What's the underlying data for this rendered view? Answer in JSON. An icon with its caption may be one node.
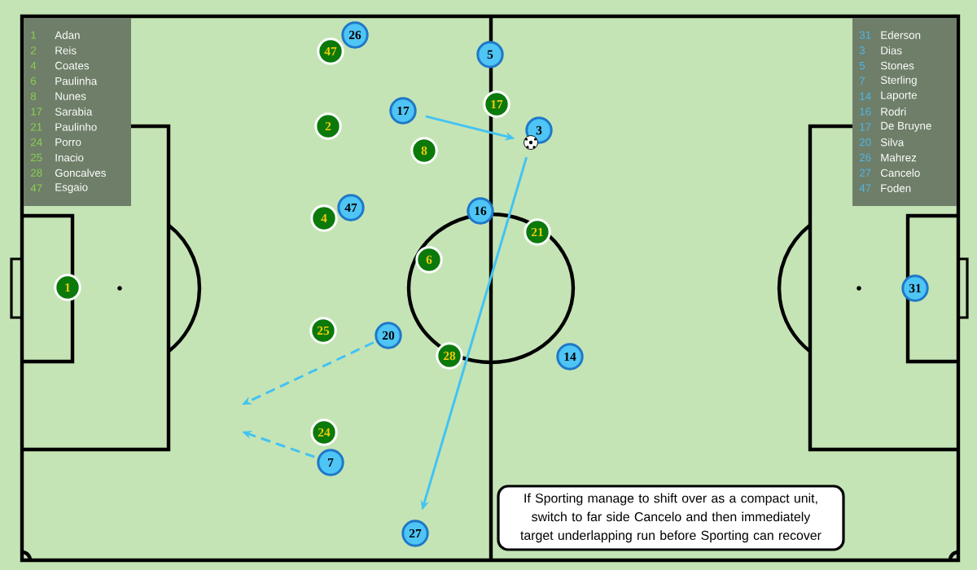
{
  "diagram": {
    "nodes": [
      {
        "text": [
          "1",
          "Adan",
          "2",
          "Reis",
          "4",
          "Coates",
          "6",
          "Paulinha",
          "8",
          "Nunes",
          "17",
          "Sarabia",
          "21",
          "Paulinho",
          "24",
          "Porro",
          "25",
          "Inacio",
          "28",
          "Goncalves",
          "47",
          "Esgaio"
        ]
      },
      {
        "text": [
          "31",
          "Ederson",
          "3",
          "Dias",
          "5",
          "Stones",
          "7",
          "Sterling",
          "14",
          "Laporte",
          "16",
          "Rodri",
          "17",
          "De Bruyne",
          "20",
          "Silva",
          "26",
          "Mahrez",
          "27",
          "Cancelo",
          "47",
          "Foden"
        ]
      },
      {
        "text": [
          "26"
        ]
      },
      {
        "text": [
          "47"
        ]
      },
      {
        "text": [
          "5"
        ]
      },
      {
        "text": [
          "17"
        ]
      },
      {
        "text": [
          "17"
        ]
      },
      {
        "text": [
          "2"
        ]
      },
      {
        "text": [
          "3"
        ]
      },
      {
        "text": [],
        "shape": "ball"
      },
      {
        "text": [
          "8"
        ]
      },
      {
        "text": [
          "47"
        ]
      },
      {
        "text": [
          "16"
        ]
      },
      {
        "text": [
          "4"
        ]
      },
      {
        "text": [
          "21"
        ]
      },
      {
        "text": [
          "6"
        ]
      },
      {
        "text": [
          "1"
        ]
      },
      {
        "text": [
          "31"
        ]
      },
      {
        "text": [
          "25"
        ]
      },
      {
        "text": [
          "20"
        ]
      },
      {
        "text": [
          "28"
        ]
      },
      {
        "text": [
          "14"
        ]
      },
      {
        "text": [
          "24"
        ]
      },
      {
        "text": [
          "7"
        ]
      },
      {
        "text": [
          "27"
        ]
      },
      {
        "text": [
          "If Sporting manage to shift over as a compact unit, switch to far side Cancelo and then immediately target underlapping run before Sporting can recover"
        ]
      }
    ],
    "edges": [
      {
        "from": 6,
        "to": 9,
        "arrow": "to"
      },
      {
        "from": 9,
        "to": 24,
        "arrow": "to"
      },
      {
        "from": 19,
        "to": null,
        "arrow": "to",
        "style": "dashed"
      },
      {
        "from": 23,
        "to": null,
        "arrow": "to",
        "style": "dashed"
      }
    ]
  }
}
